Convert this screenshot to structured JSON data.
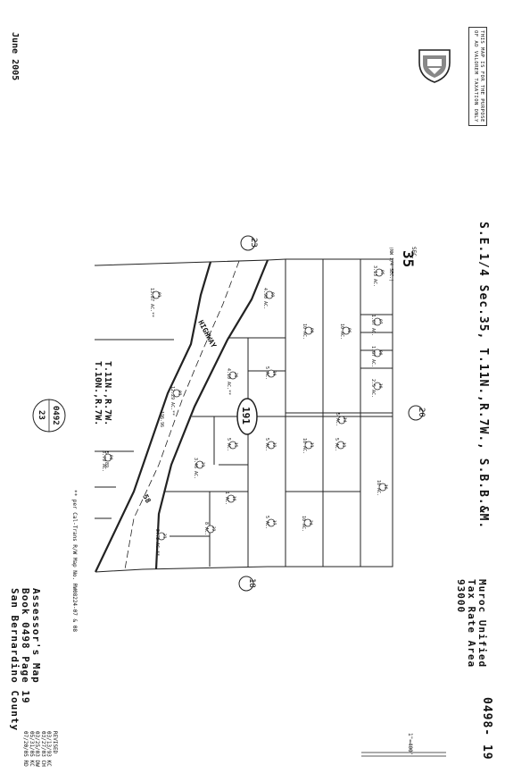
{
  "date": "June 2005",
  "disclaimer": "THIS MAP IS FOR THE PURPOSE\nOF AD VALOREM TAXATION ONLY",
  "title": "S.E.1/4 Sec.35, T.11N.,R.7W., S.B.B.&M.",
  "tax_area": "Muroc Unified\nTax Rate Area\n93000",
  "map_no": "0498- 19",
  "assessor": "Assessor's Map\nBook 0498 Page 19\nSan Bernardino County",
  "revised": "REVISED\n03/13/93 KC\n03/27/03 CH\n03/25/03 DW\n05/31/05 KC\n07/20/05 RD",
  "footnote": "** per Cal-Trans R/W Map No. RW08224-07 & 08",
  "township": "T.11N.,R.7W.\nT.10N.,R.7W.",
  "sec_label": "SEC.",
  "sec_number": "35",
  "sec_sub": "(NW 1/4 SEC.)",
  "highway_label": "HIGHWAY",
  "route_number": "58",
  "scale_label": "1\"=400'",
  "book_ref_top": "0492",
  "book_ref_bottom": "23",
  "page_ref": "191",
  "corners": [
    {
      "id": "nw",
      "label": "23"
    },
    {
      "id": "ne",
      "label": "20"
    },
    {
      "id": "sw",
      "label": "18"
    }
  ],
  "parcels": [
    {
      "id": "p01",
      "num": "01",
      "acres": "13.87 AC.**"
    },
    {
      "id": "p02",
      "num": "02",
      "acres": "4.90 AC."
    },
    {
      "id": "p03",
      "num": "03",
      "acres": "12.29 AC.**"
    },
    {
      "id": "p04",
      "num": "04",
      "acres": "3.79 AC."
    },
    {
      "id": "p05",
      "num": "05",
      "acres": "3.13 AC."
    },
    {
      "id": "p06",
      "num": "06",
      "acres": "10 AC."
    },
    {
      "id": "p07",
      "num": "07",
      "acres": "1.87 AC."
    },
    {
      "id": "p08",
      "num": "08",
      "acres": "1.87 AC."
    },
    {
      "id": "p09",
      "num": "09",
      "acres": "10 AC."
    },
    {
      "id": "p10",
      "num": "10",
      "acres": "2.5 AC."
    },
    {
      "id": "p11",
      "num": "11",
      "acres": "10 AC."
    },
    {
      "id": "p12",
      "num": "12",
      "acres": "5 AC."
    },
    {
      "id": "p13",
      "num": "13",
      "acres": "5 AC."
    },
    {
      "id": "p14",
      "num": "14",
      "acres": "5 AC."
    },
    {
      "id": "p15",
      "num": "15",
      "acres": "5 AC."
    },
    {
      "id": "p16",
      "num": "16",
      "acres": "10 AC."
    },
    {
      "id": "p17",
      "num": "17",
      "acres": "5 AC."
    },
    {
      "id": "p18",
      "num": "18",
      "acres": "1 AC."
    },
    {
      "id": "p19",
      "num": "19",
      "acres": "5 AC."
    },
    {
      "id": "p20",
      "num": "20",
      "acres": "4.10 AC.**"
    },
    {
      "id": "p21",
      "num": "21",
      "acres": "3.46 AC."
    },
    {
      "id": "p22",
      "num": "22",
      "acres": "8 AC."
    },
    {
      "id": "p23",
      "num": "23",
      "acres": "2.78 AC.**"
    },
    {
      "id": "p24",
      "num": "24",
      "acres": "10 AC."
    }
  ],
  "dimensions": [
    "504.89",
    "196.96"
  ]
}
